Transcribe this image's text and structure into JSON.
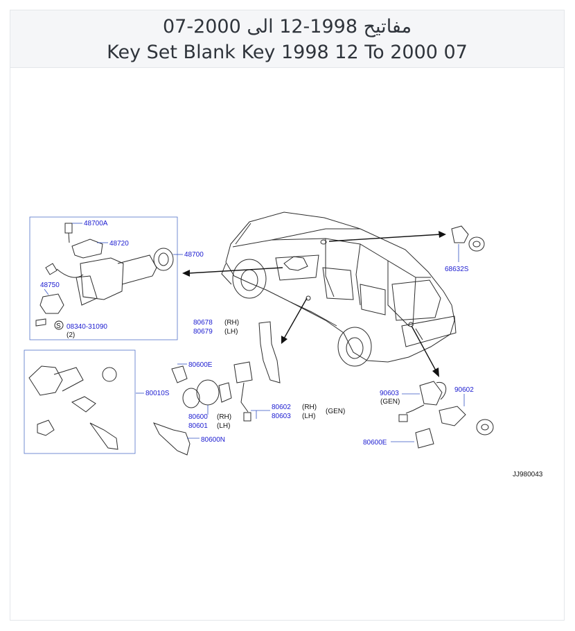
{
  "header": {
    "title_ar": "مفاتيح 1998-12 الى 2000-07",
    "title_en": "Key Set Blank Key 1998 12 To 2000 07"
  },
  "diagram": {
    "parts": {
      "p48700A": "48700A",
      "p48720": "48720",
      "p48700": "48700",
      "p48750": "48750",
      "p08340": "08340-31090",
      "s_mark": "S",
      "qty2": "(2)",
      "p68632S": "68632S",
      "p80678": "80678",
      "p80679": "80679",
      "p80600E_a": "80600E",
      "p80010S": "80010S",
      "p80600": "80600",
      "p80601": "80601",
      "p80600N": "80600N",
      "p80602": "80602",
      "p80603": "80603",
      "p90603": "90603",
      "p90602": "90602",
      "p80600E_b": "80600E"
    },
    "qualifiers": {
      "rh1": "(RH)",
      "lh1": "(LH)",
      "rh2": "(RH)",
      "lh2": "(LH)",
      "rh3": "(RH)",
      "lh3": "(LH)",
      "gen1": "(GEN)",
      "gen2": "(GEN)"
    },
    "code": "JJ980043"
  }
}
